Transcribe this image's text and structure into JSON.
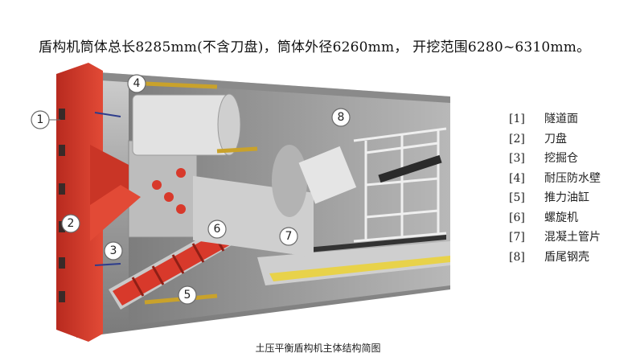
{
  "header": {
    "text": "盾构机筒体总长8285mm(不含刀盘)，筒体外径6260mm， 开挖范围6280~6310mm。"
  },
  "legend": [
    {
      "num": "[1]",
      "label": "隧道面"
    },
    {
      "num": "[2]",
      "label": "刀盘"
    },
    {
      "num": "[3]",
      "label": "挖掘仓"
    },
    {
      "num": "[4]",
      "label": "耐压防水壁"
    },
    {
      "num": "[5]",
      "label": "推力油缸"
    },
    {
      "num": "[6]",
      "label": "螺旋机"
    },
    {
      "num": "[7]",
      "label": "混凝土管片"
    },
    {
      "num": "[8]",
      "label": "盾尾钢壳"
    }
  ],
  "callouts": [
    "1",
    "2",
    "3",
    "4",
    "5",
    "6",
    "7",
    "8"
  ],
  "caption": "土压平衡盾构机主体结构简图",
  "colors": {
    "cutterhead_red": "#d8392b",
    "shell_grey": "#a9a9a9",
    "dark_interior": "#6b6b6b",
    "segment_yellow": "#e8d24a"
  }
}
